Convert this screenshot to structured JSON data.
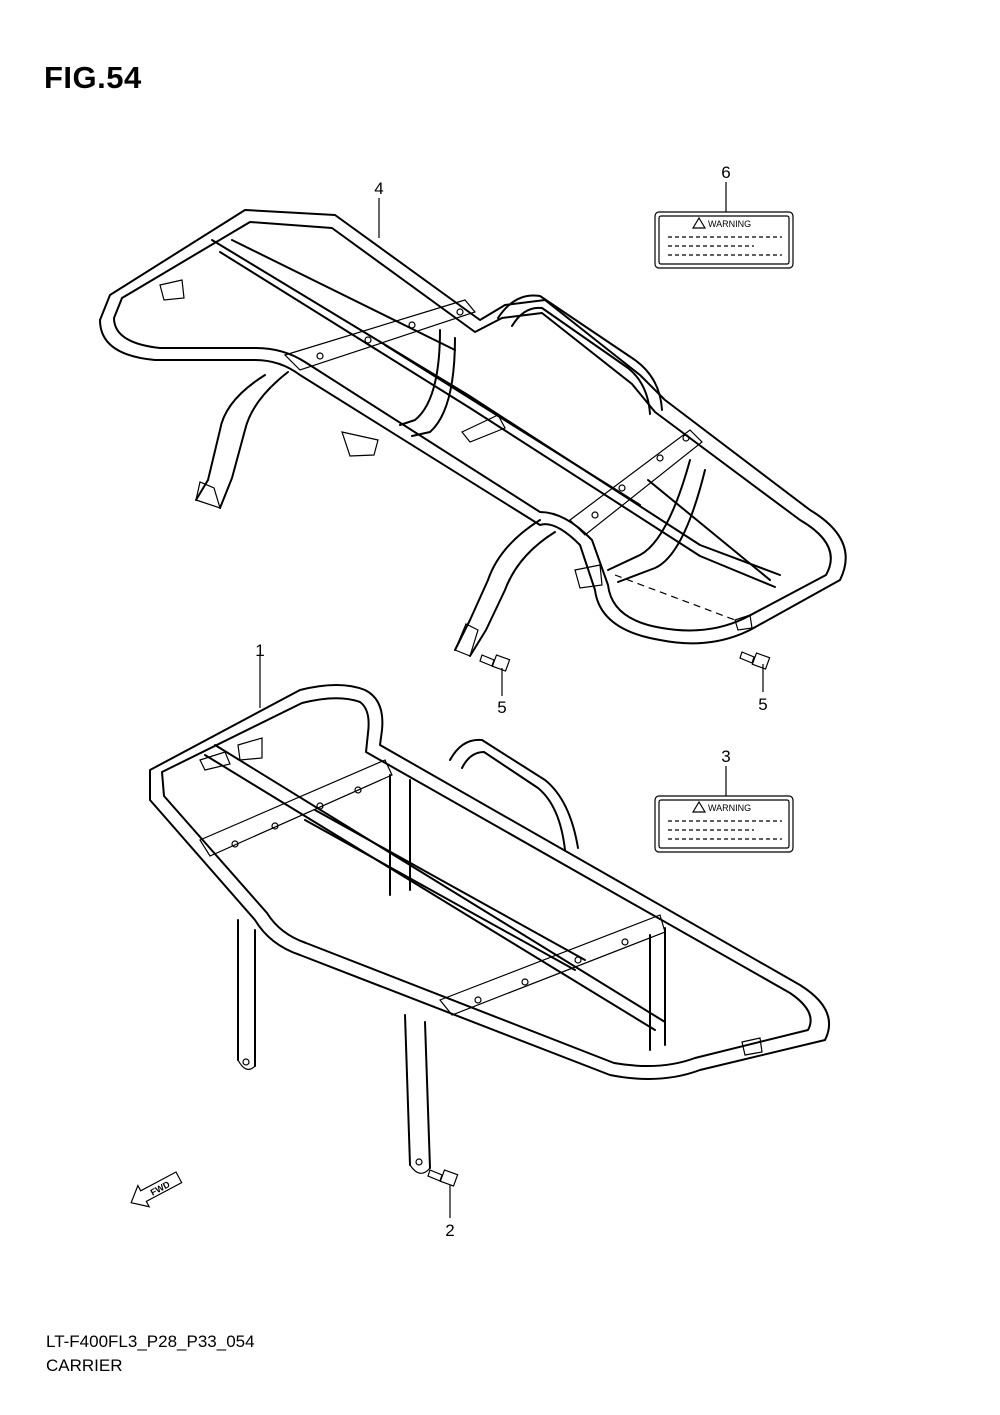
{
  "figure": {
    "title": "FIG.54",
    "code": "LT-F400FL3_P28_P33_054",
    "name": "CARRIER"
  },
  "callouts": {
    "c1": "1",
    "c2": "2",
    "c3": "3",
    "c4": "4",
    "c5a": "5",
    "c5b": "5",
    "c6": "6"
  },
  "labels": {
    "warning_6": "WARNING",
    "warning_3": "WARNING"
  },
  "fwd_arrow": {
    "text": "FWD"
  },
  "icons": {
    "warning_triangle": "warning-triangle-icon",
    "fwd_arrow": "fwd-arrow-icon"
  }
}
